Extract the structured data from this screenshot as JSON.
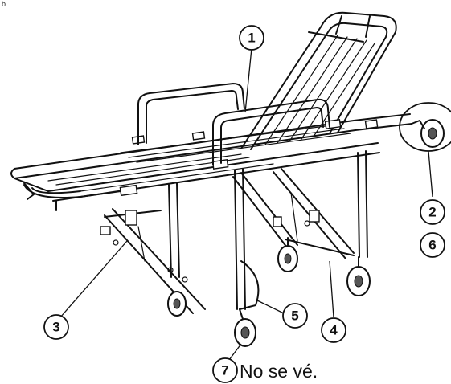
{
  "corner_mark": "b",
  "callouts": [
    {
      "id": "1",
      "label": "1"
    },
    {
      "id": "2",
      "label": "2"
    },
    {
      "id": "3",
      "label": "3"
    },
    {
      "id": "4",
      "label": "4"
    },
    {
      "id": "5",
      "label": "5"
    },
    {
      "id": "6",
      "label": "6"
    },
    {
      "id": "7",
      "label": "7"
    }
  ],
  "note": "No se vé.",
  "colors": {
    "line": "#111111",
    "background": "#ffffff"
  }
}
